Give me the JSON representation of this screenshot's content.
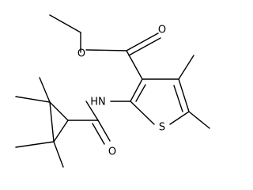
{
  "molecule": {
    "atom_labels": {
      "ester_oxygen": "O",
      "carbonyl_oxygen_ester": "O",
      "amide_oxygen": "O",
      "amide_nitrogen": "HN",
      "ring_sulfur": "S"
    }
  },
  "colors": {
    "background": "#ffffff",
    "bonds": "#000000",
    "labels": "#000000"
  }
}
